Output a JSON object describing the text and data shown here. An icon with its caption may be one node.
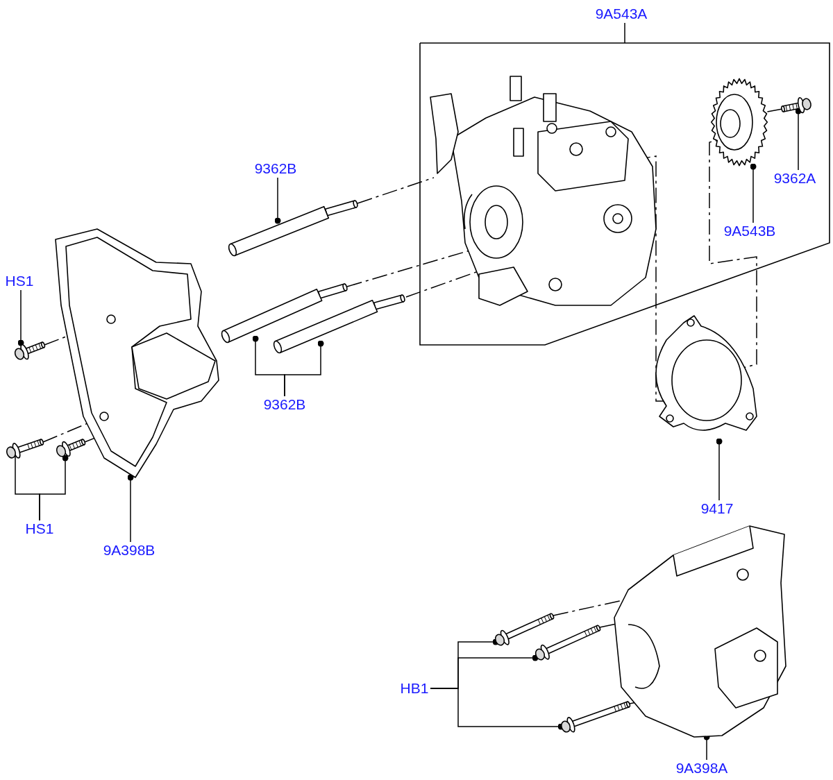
{
  "diagram": {
    "nodes": [
      {
        "text": [
          "9A543A"
        ]
      },
      {
        "text": [],
        "shape": "picture"
      },
      {
        "text": [
          "9362B"
        ]
      },
      {
        "text": [],
        "shape": "picture"
      },
      {
        "text": [],
        "shape": "picture"
      },
      {
        "text": [
          "9A543B"
        ]
      },
      {
        "text": [],
        "shape": "picture"
      },
      {
        "text": [
          "9362A"
        ]
      },
      {
        "text": [
          "HS1"
        ]
      },
      {
        "text": [],
        "shape": "picture"
      },
      {
        "text": [],
        "shape": "picture"
      },
      {
        "text": [],
        "shape": "picture"
      },
      {
        "text": [],
        "shape": "picture"
      },
      {
        "text": [
          "9362B"
        ]
      },
      {
        "text": [],
        "shape": "picture"
      },
      {
        "text": [],
        "shape": "picture"
      },
      {
        "text": [],
        "shape": "picture"
      },
      {
        "text": [
          "HS1"
        ]
      },
      {
        "text": [
          "9A398B"
        ]
      },
      {
        "text": [
          "9417"
        ]
      },
      {
        "text": [],
        "shape": "picture"
      },
      {
        "text": [],
        "shape": "picture"
      },
      {
        "text": [],
        "shape": "picture"
      },
      {
        "text": [],
        "shape": "picture"
      },
      {
        "text": [
          "HB1"
        ]
      },
      {
        "text": [
          "9A398A"
        ]
      }
    ],
    "edges": [
      {
        "from": 0,
        "to": null,
        "arrow": "none"
      },
      {
        "from": 2,
        "to": 3,
        "arrow": "other"
      },
      {
        "from": 5,
        "to": 4,
        "arrow": "other"
      },
      {
        "from": 7,
        "to": 6,
        "arrow": "other"
      },
      {
        "from": 8,
        "to": 9,
        "arrow": "other"
      },
      {
        "from": 13,
        "to": 11,
        "arrow": "other"
      },
      {
        "from": 13,
        "to": 12,
        "arrow": "other"
      },
      {
        "from": 17,
        "to": 15,
        "arrow": "other"
      },
      {
        "from": 17,
        "to": 16,
        "arrow": "other"
      },
      {
        "from": 18,
        "to": 10,
        "arrow": "other"
      },
      {
        "from": 19,
        "to": 14,
        "arrow": "other"
      },
      {
        "from": 24,
        "to": 21,
        "arrow": "other"
      },
      {
        "from": 24,
        "to": 22,
        "arrow": "other"
      },
      {
        "from": 24,
        "to": 23,
        "arrow": "other"
      },
      {
        "from": 25,
        "to": 20,
        "arrow": "other"
      },
      {
        "from": 3,
        "to": 1,
        "arrow": "none",
        "style": "dashed"
      },
      {
        "from": 11,
        "to": 1,
        "arrow": "none",
        "style": "dashed"
      },
      {
        "from": 12,
        "to": 1,
        "arrow": "none",
        "style": "dashed"
      },
      {
        "from": 6,
        "to": 4,
        "arrow": "none",
        "style": "dashed"
      },
      {
        "from": 4,
        "to": 14,
        "arrow": "none",
        "style": "dashed"
      },
      {
        "from": 1,
        "to": 14,
        "arrow": "none",
        "style": "dashed"
      },
      {
        "from": 9,
        "to": 10,
        "arrow": "none",
        "style": "dashed"
      },
      {
        "from": 15,
        "to": 10,
        "arrow": "none",
        "style": "dashed"
      },
      {
        "from": 16,
        "to": 10,
        "arrow": "none",
        "style": "dashed"
      },
      {
        "from": 21,
        "to": 20,
        "arrow": "none",
        "style": "dashed"
      },
      {
        "from": 22,
        "to": 20,
        "arrow": "none",
        "style": "dashed"
      },
      {
        "from": 23,
        "to": 20,
        "arrow": "none",
        "style": "dashed"
      }
    ]
  }
}
